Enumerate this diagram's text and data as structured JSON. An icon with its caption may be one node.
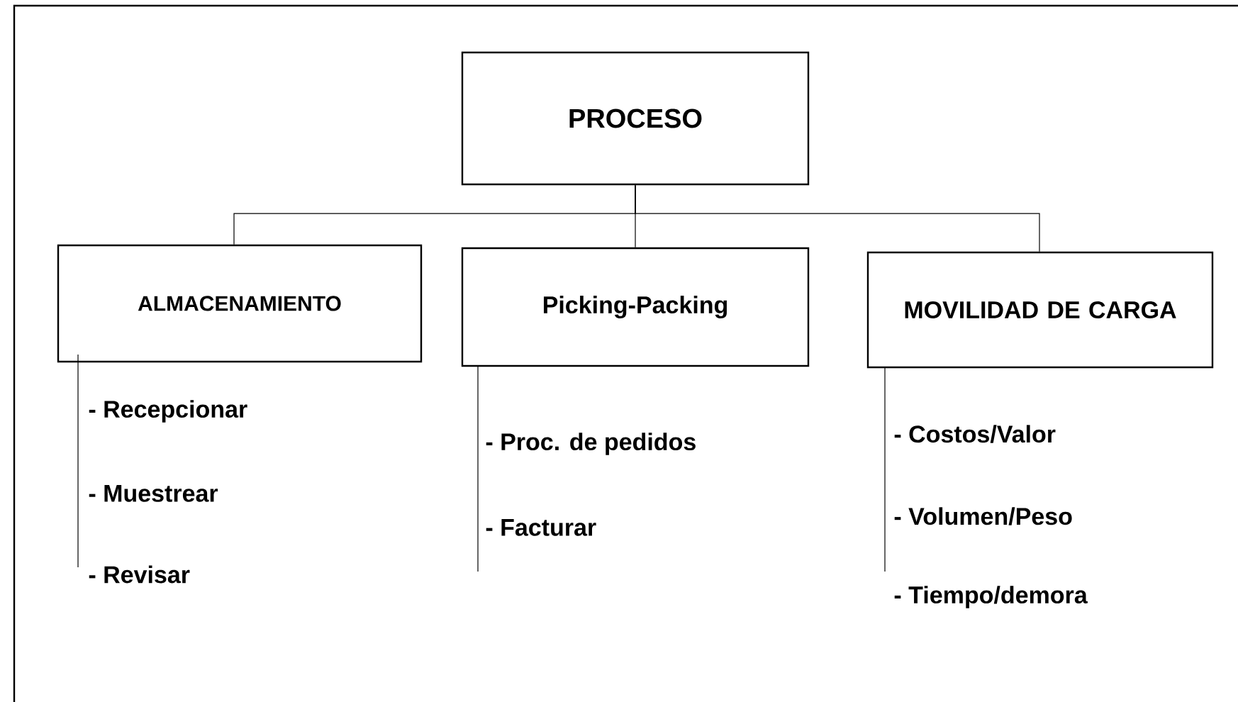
{
  "diagram": {
    "nodes": [
      {
        "text": [
          "PROCESO"
        ]
      },
      {
        "text": [
          "ALMACENAMIENTO"
        ]
      },
      {
        "text": [
          "Picking-Packing"
        ]
      },
      {
        "text": [
          "MOVILIDAD DE CARGA"
        ]
      }
    ],
    "edges": [
      {
        "from": 0,
        "to": 1,
        "arrow": "none"
      },
      {
        "from": 0,
        "to": 2,
        "arrow": "none"
      },
      {
        "from": 0,
        "to": 3,
        "arrow": "none"
      }
    ],
    "labels": [
      "- Recepcionar",
      "- Muestrear",
      "- Revisar",
      "- Proc. de pedidos",
      "- Facturar",
      "- Costos/Valor",
      "- Volumen/Peso",
      "- Tiempo/demora"
    ]
  }
}
